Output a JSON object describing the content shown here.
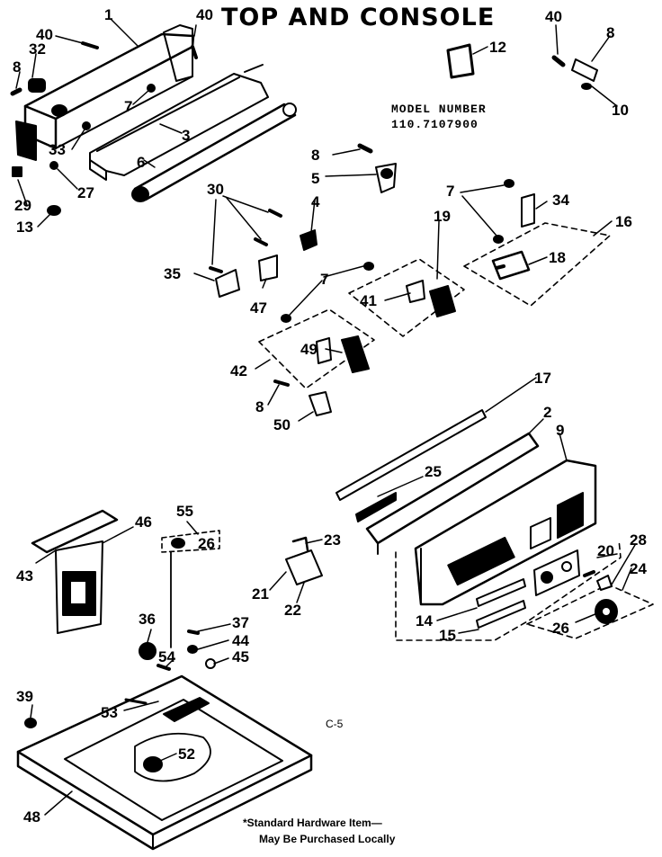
{
  "title": "TOP AND CONSOLE",
  "model": {
    "label": "MODEL NUMBER",
    "number": "110.7107900"
  },
  "page_code": "C-5",
  "footnote": {
    "line1": "*Standard Hardware Item—",
    "line2": "May Be Purchased Locally"
  },
  "callouts": [
    {
      "id": "c1",
      "text": "1"
    },
    {
      "id": "c40a",
      "text": "40"
    },
    {
      "id": "c40b",
      "text": "40"
    },
    {
      "id": "c32",
      "text": "32"
    },
    {
      "id": "c8a",
      "text": "8"
    },
    {
      "id": "c7a",
      "text": "7"
    },
    {
      "id": "c3",
      "text": "3"
    },
    {
      "id": "c33",
      "text": "33"
    },
    {
      "id": "c6",
      "text": "6"
    },
    {
      "id": "c27",
      "text": "27"
    },
    {
      "id": "c29",
      "text": "29"
    },
    {
      "id": "c13",
      "text": "13"
    },
    {
      "id": "c12",
      "text": "12"
    },
    {
      "id": "c40c",
      "text": "40"
    },
    {
      "id": "c8b",
      "text": "8"
    },
    {
      "id": "c10",
      "text": "10"
    },
    {
      "id": "c8c",
      "text": "8"
    },
    {
      "id": "c5",
      "text": "5"
    },
    {
      "id": "c30",
      "text": "30"
    },
    {
      "id": "c4",
      "text": "4"
    },
    {
      "id": "c7b",
      "text": "7"
    },
    {
      "id": "c34",
      "text": "34"
    },
    {
      "id": "c16",
      "text": "16"
    },
    {
      "id": "c19",
      "text": "19"
    },
    {
      "id": "c18",
      "text": "18"
    },
    {
      "id": "c35",
      "text": "35"
    },
    {
      "id": "c47",
      "text": "47"
    },
    {
      "id": "c7c",
      "text": "7"
    },
    {
      "id": "c41",
      "text": "41"
    },
    {
      "id": "c49",
      "text": "49"
    },
    {
      "id": "c42",
      "text": "42"
    },
    {
      "id": "c8d",
      "text": "8"
    },
    {
      "id": "c50",
      "text": "50"
    },
    {
      "id": "c17",
      "text": "17"
    },
    {
      "id": "c2",
      "text": "2"
    },
    {
      "id": "c9",
      "text": "9"
    },
    {
      "id": "c25",
      "text": "25"
    },
    {
      "id": "c46",
      "text": "46"
    },
    {
      "id": "c55",
      "text": "55"
    },
    {
      "id": "c26a",
      "text": "26"
    },
    {
      "id": "c43",
      "text": "43"
    },
    {
      "id": "c23",
      "text": "23"
    },
    {
      "id": "c28",
      "text": "28"
    },
    {
      "id": "c20",
      "text": "20"
    },
    {
      "id": "c24",
      "text": "24"
    },
    {
      "id": "c21",
      "text": "21"
    },
    {
      "id": "c22",
      "text": "22"
    },
    {
      "id": "c14",
      "text": "14"
    },
    {
      "id": "c15",
      "text": "15"
    },
    {
      "id": "c26b",
      "text": "26"
    },
    {
      "id": "c36",
      "text": "36"
    },
    {
      "id": "c37",
      "text": "37"
    },
    {
      "id": "c44",
      "text": "44"
    },
    {
      "id": "c45",
      "text": "45"
    },
    {
      "id": "c54",
      "text": "54"
    },
    {
      "id": "c39",
      "text": "39"
    },
    {
      "id": "c53",
      "text": "53"
    },
    {
      "id": "c52",
      "text": "52"
    },
    {
      "id": "c48",
      "text": "48"
    }
  ]
}
